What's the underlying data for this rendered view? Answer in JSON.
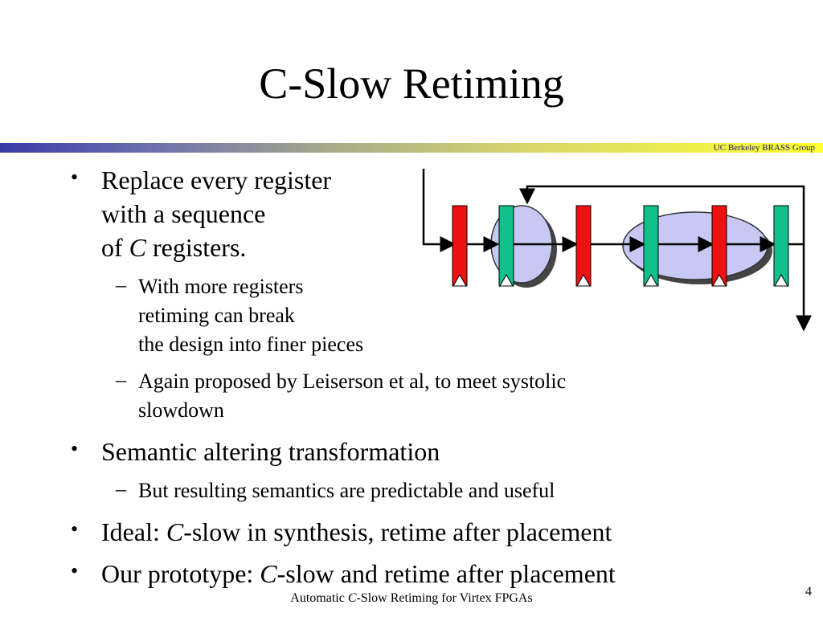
{
  "slide": {
    "title": "C-Slow Retiming",
    "group_label": "UC Berkeley BRASS Group",
    "footer_pre": "Automatic ",
    "footer_em": "C",
    "footer_post": "-Slow Retiming for Virtex FPGAs",
    "page_number": "4"
  },
  "bullets": {
    "b1_line1": "Replace every register",
    "b1_line2": "with a sequence",
    "b1_line3_pre": "of ",
    "b1_line3_em": "C",
    "b1_line3_post": " registers.",
    "b1_sub1_line1": "With more registers",
    "b1_sub1_line2": "retiming can break",
    "b1_sub1_line3": "the design into finer pieces",
    "b1_sub2_line1": "Again proposed by Leiserson et al, to meet systolic",
    "b1_sub2_line2": "slowdown",
    "b2": "Semantic altering transformation",
    "b2_sub1": "But resulting semantics are predictable and useful",
    "b3_pre": "Ideal: ",
    "b3_em": "C",
    "b3_post": "-slow in synthesis, retime after placement",
    "b4_pre": "Our prototype: ",
    "b4_em": "C",
    "b4_post": "-slow and retime after placement"
  },
  "diagram": {
    "registers": [
      {
        "color": "#ee1111"
      },
      {
        "color": "#11c08a"
      },
      {
        "color": "#ee1111"
      },
      {
        "color": "#11c08a"
      },
      {
        "color": "#ee1111"
      },
      {
        "color": "#11c08a"
      }
    ],
    "cloud_color": "#c8c8f4"
  }
}
